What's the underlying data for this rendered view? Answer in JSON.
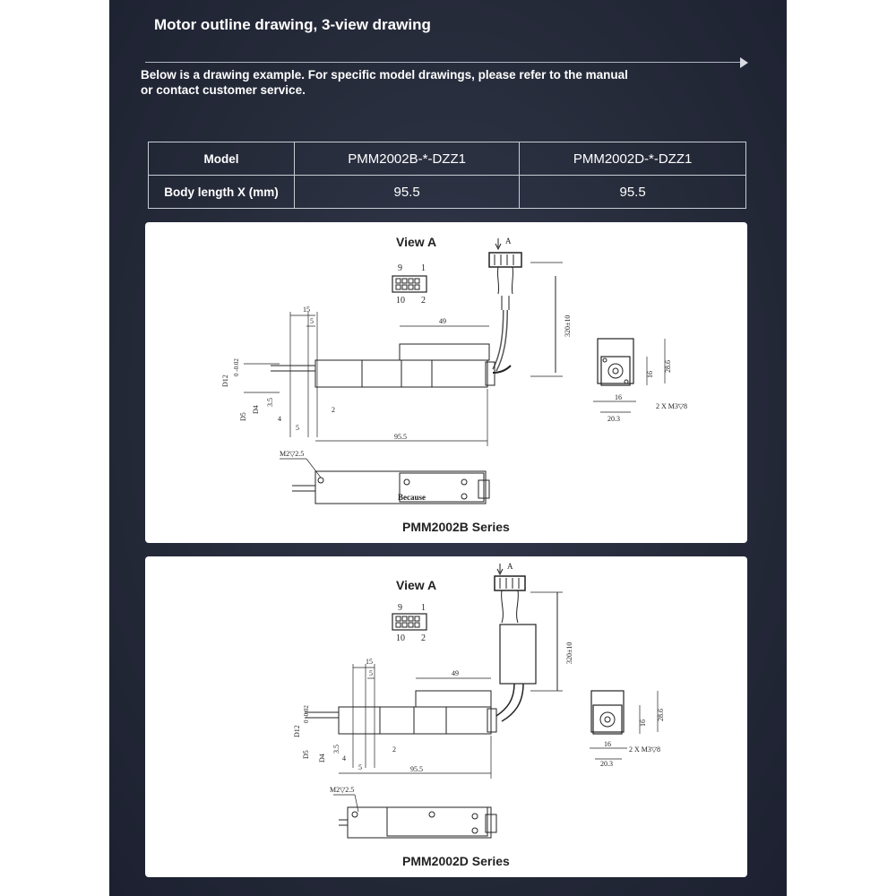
{
  "header": {
    "title": "Motor outline drawing, 3-view drawing",
    "intro": "Below is a drawing example. For specific model drawings, please refer to the manual or contact customer service."
  },
  "spec_table": {
    "row_model": {
      "label": "Model",
      "values": [
        "PMM2002B-*-DZZ1",
        "PMM2002D-*-DZZ1"
      ]
    },
    "row_length": {
      "label": "Body length X (mm)",
      "values": [
        "95.5",
        "95.5"
      ]
    }
  },
  "drawings": [
    {
      "view_label": "View A",
      "series_label": "PMM2002B Series",
      "arrow_label": "A",
      "pin_labels": {
        "top_left": "9",
        "top_right": "1",
        "bottom_left": "10",
        "bottom_right": "2"
      },
      "dims": {
        "d15": "15",
        "d5": "5",
        "d49": "49",
        "d320": "320±10",
        "d95": "95.5",
        "d2": "2",
        "d4": "4",
        "d5b": "5",
        "d35": "3.5",
        "dD5": "D5",
        "dD4": "D4",
        "dD12": "D12",
        "d28": "28.6",
        "d16v": "16",
        "d16h": "16",
        "d203": "20.3",
        "screw": "2 X M3▽8",
        "m2": "M2▽2.5",
        "tol": "0 -0.02",
        "stamp": "Because"
      }
    },
    {
      "view_label": "View A",
      "series_label": "PMM2002D Series",
      "arrow_label": "A",
      "pin_labels": {
        "top_left": "9",
        "top_right": "1",
        "bottom_left": "10",
        "bottom_right": "2"
      },
      "dims": {
        "d15": "15",
        "d5": "5",
        "d49": "49",
        "d320": "320±10",
        "d95": "95.5",
        "d2": "2",
        "d4": "4",
        "d5b": "5",
        "d35": "3.5",
        "dD5": "D5",
        "dD4": "D4",
        "dD12": "D12",
        "d28": "28.6",
        "d16v": "16",
        "d16h": "16",
        "d203": "20.3",
        "screw": "2 X M3▽8",
        "m2": "M2▽2.5",
        "tol": "0 -0.02"
      }
    }
  ]
}
